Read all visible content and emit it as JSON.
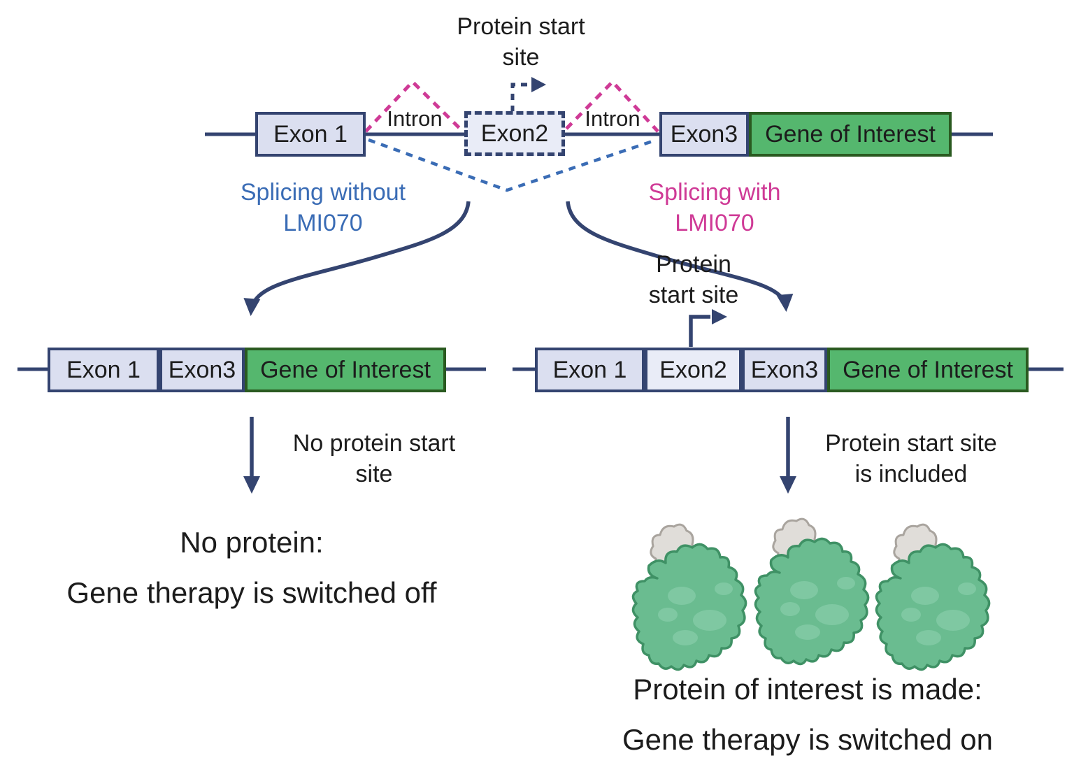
{
  "colors": {
    "navy": "#344470",
    "pink_dash": "#cf3a96",
    "blue_dash": "#3a6cb5",
    "exon_fill": "#dbdff0",
    "exon2_fill": "#e9ecf7",
    "gene_fill": "#55b76e",
    "gene_border": "#2a5a20",
    "protein_body": "#6abc90",
    "protein_outline": "#3f9165",
    "protein_spot": "#7fc8a2",
    "protein_cap": "#e0ddd9",
    "text": "#1c1c1c"
  },
  "top": {
    "protein_start_site": "Protein start site",
    "exon1": "Exon 1",
    "intron_left": "Intron",
    "exon2": "Exon2",
    "intron_right": "Intron",
    "exon3": "Exon3",
    "gene_of_interest": "Gene of Interest"
  },
  "branches": {
    "without_label": "Splicing without LMI070",
    "with_label": "Splicing with LMI070"
  },
  "left": {
    "exon1": "Exon 1",
    "exon3": "Exon3",
    "gene_of_interest": "Gene of Interest",
    "arrow_note": "No protein start site",
    "outcome_line1": "No protein:",
    "outcome_line2": "Gene therapy is switched off"
  },
  "right": {
    "protein_start_site": "Protein start site",
    "exon1": "Exon 1",
    "exon2": "Exon2",
    "exon3": "Exon3",
    "gene_of_interest": "Gene of Interest",
    "arrow_note": "Protein start site is included",
    "outcome_line1": "Protein of interest is made:",
    "outcome_line2": "Gene therapy is switched on"
  }
}
